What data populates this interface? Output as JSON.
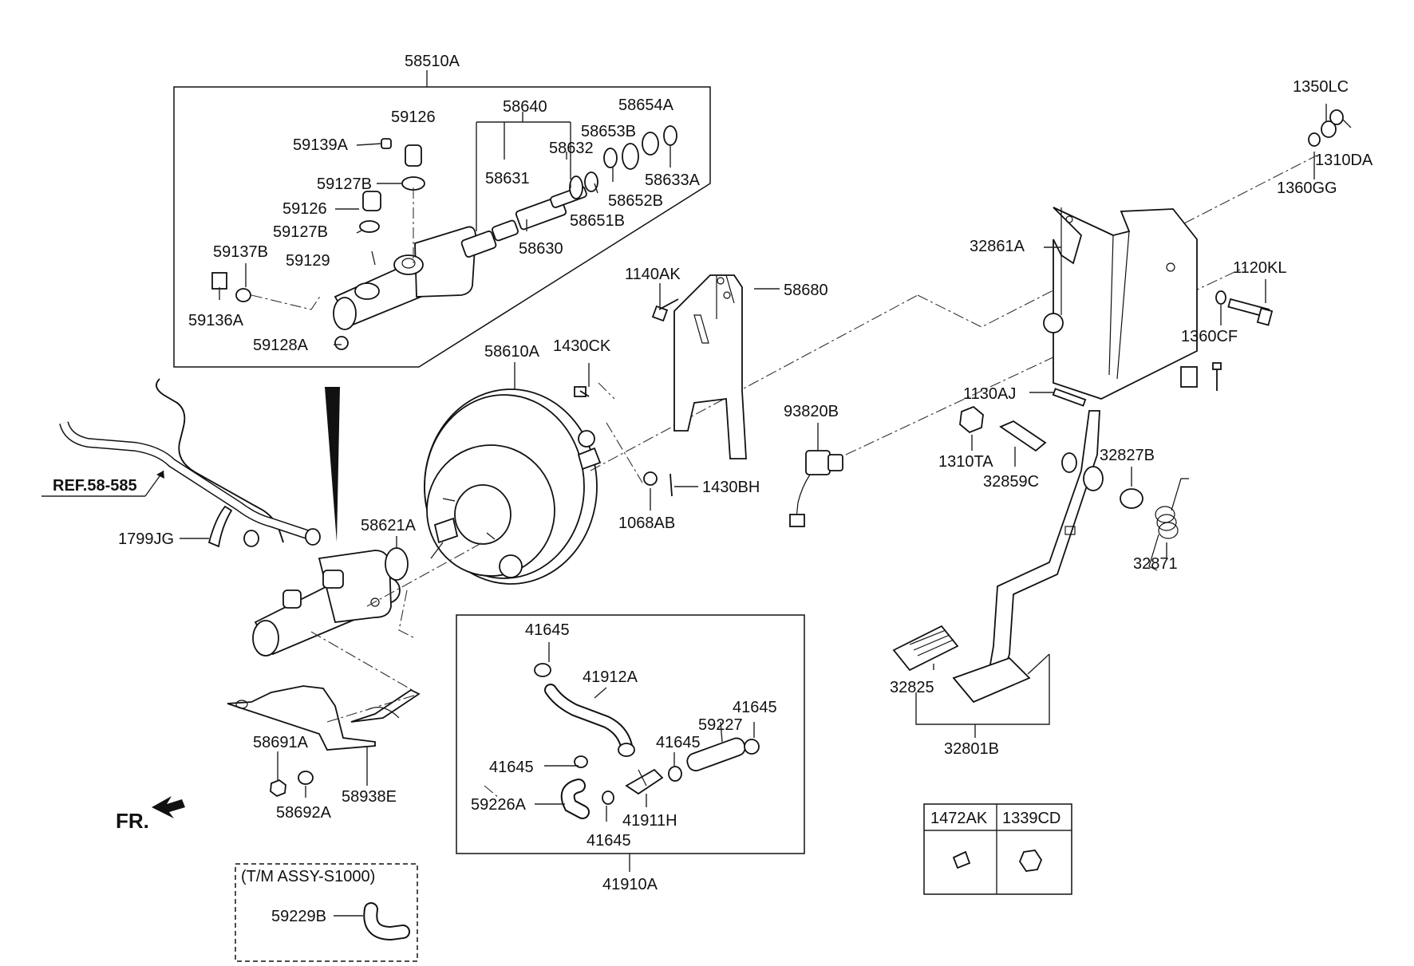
{
  "labels": {
    "l58510A": "58510A",
    "l59126a": "59126",
    "l59139A": "59139A",
    "l59127Ba": "59127B",
    "l59126b": "59126",
    "l59127Bb": "59127B",
    "l59137B": "59137B",
    "l59129": "59129",
    "l59136A": "59136A",
    "l59128A": "59128A",
    "l58640": "58640",
    "l58654A": "58654A",
    "l58653B": "58653B",
    "l58632": "58632",
    "l58631": "58631",
    "l58633A": "58633A",
    "l58652B": "58652B",
    "l58651B": "58651B",
    "l58630": "58630",
    "l1350LC": "1350LC",
    "l1310DA": "1310DA",
    "l1360GG": "1360GG",
    "l32861A": "32861A",
    "l1120KL": "1120KL",
    "l1360CF": "1360CF",
    "l1140AK": "1140AK",
    "l58680": "58680",
    "l58610A": "58610A",
    "l1430CK": "1430CK",
    "l93820B": "93820B",
    "l1130AJ": "1130AJ",
    "l1310TA": "1310TA",
    "l32859C": "32859C",
    "l32827B": "32827B",
    "l32871": "32871",
    "l1068AB": "1068AB",
    "l1430BH": "1430BH",
    "lREF": "REF.58-585",
    "l1799JG": "1799JG",
    "l58621A": "58621A",
    "l41645a": "41645",
    "l41912A": "41912A",
    "l41645b": "41645",
    "l59227": "59227",
    "l41645c": "41645",
    "l41645d": "41645",
    "l59226A": "59226A",
    "l41911H": "41911H",
    "l41645e": "41645",
    "l41910A": "41910A",
    "l32825": "32825",
    "l32801B": "32801B",
    "l58691A": "58691A",
    "l58692A": "58692A",
    "l58938E": "58938E",
    "lFR": "FR.",
    "lTM": "(T/M ASSY-S1000)",
    "l59229B": "59229B",
    "l1472AK": "1472AK",
    "l1339CD": "1339CD"
  }
}
